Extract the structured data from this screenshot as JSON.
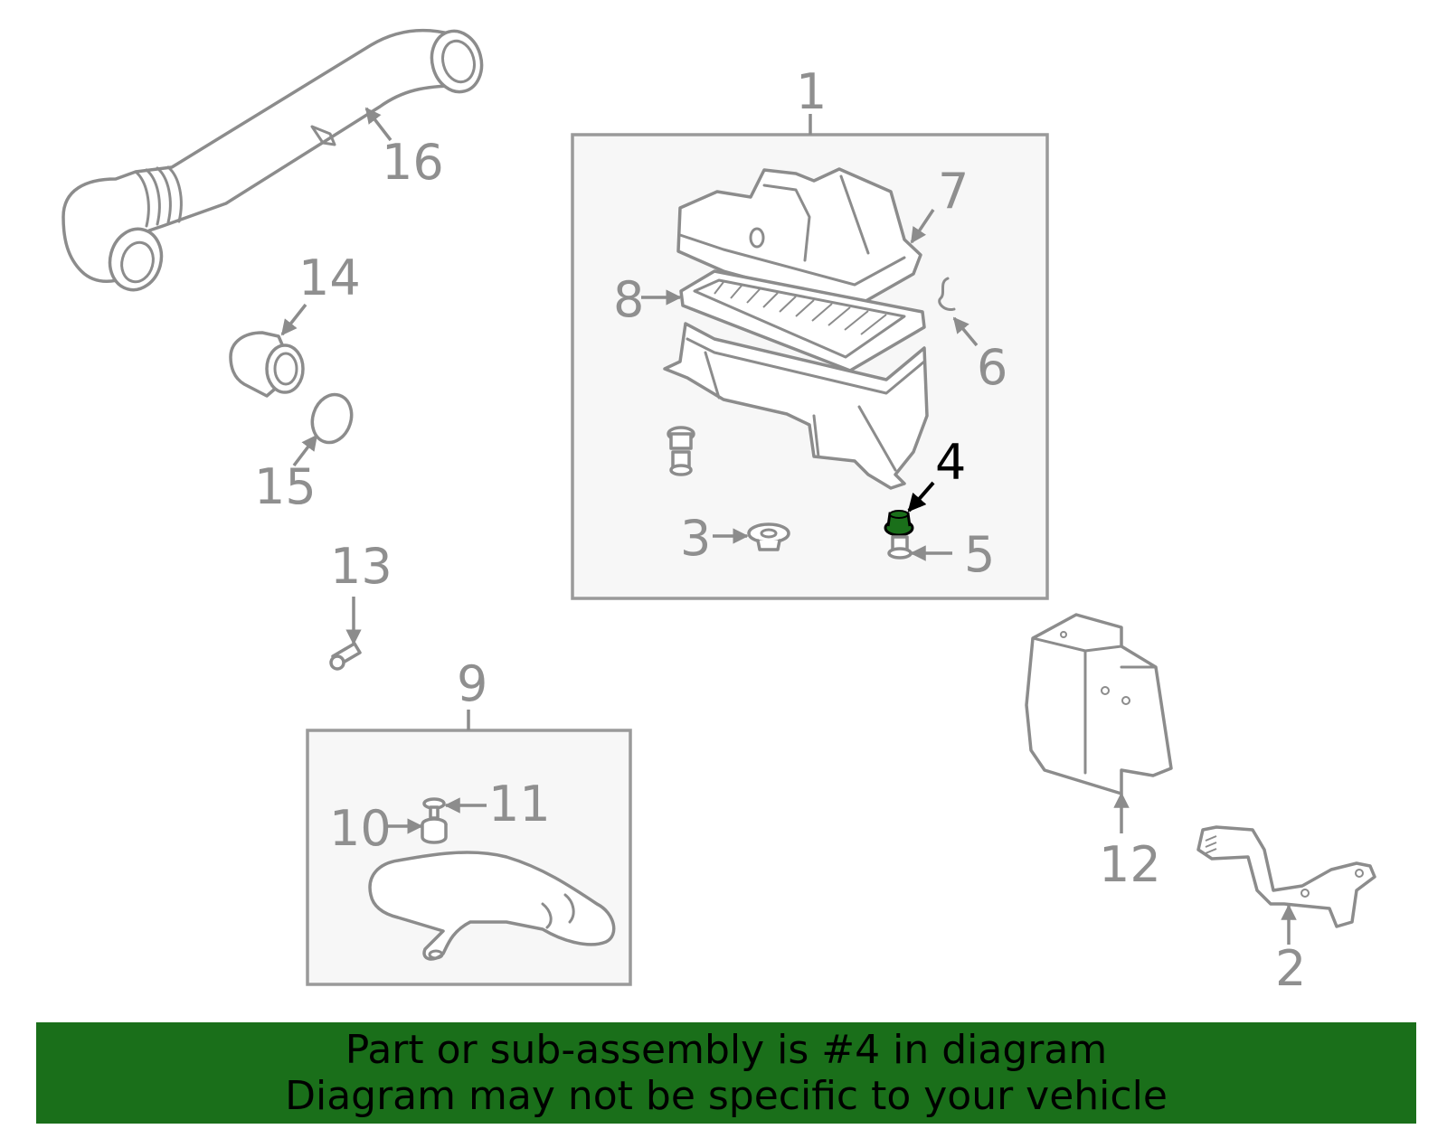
{
  "callouts": {
    "c1": "1",
    "c2": "2",
    "c3": "3",
    "c4": "4",
    "c5": "5",
    "c6": "6",
    "c7": "7",
    "c8": "8",
    "c9": "9",
    "c10": "10",
    "c11": "11",
    "c12": "12",
    "c13": "13",
    "c14": "14",
    "c15": "15",
    "c16": "16"
  },
  "highlight": {
    "callout": "4",
    "color": "#1a6f1a"
  },
  "colors": {
    "part_stroke": "#8c8c8c",
    "box_fill": "#f7f7f7",
    "banner": "#1a6f1a"
  },
  "banner": {
    "line1": "Part or sub-assembly is #4 in diagram",
    "line2": "Diagram may not be specific to your vehicle"
  }
}
